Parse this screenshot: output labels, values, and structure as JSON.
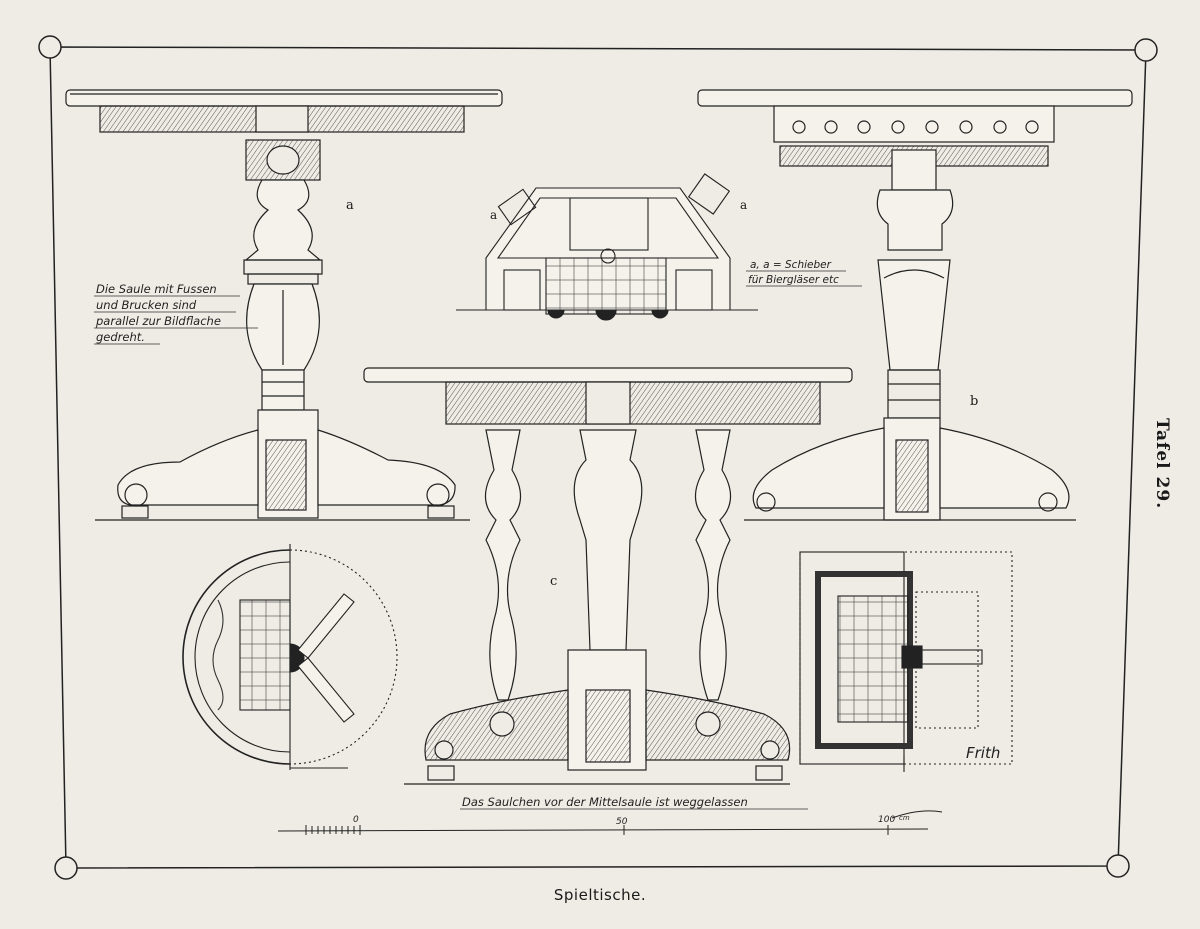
{
  "plate": {
    "number": "Tafel 29.",
    "caption": "Spieltische."
  },
  "views": {
    "a": "a",
    "b": "b",
    "c": "c",
    "plan_a_left": "a",
    "plan_a_right": "a"
  },
  "notes": {
    "left_line1": "Die Saule mit Fussen",
    "left_line2": "und Brucken sind",
    "left_line3": "parallel zur Bildflache",
    "left_line4": "gedreht.",
    "plan_line1": "a, a = Schieber",
    "plan_line2": "für Biergläser etc",
    "bottom": "Das Saulchen vor der Mittelsaule ist weggelassen"
  },
  "scale": {
    "labels": [
      "0",
      "50",
      "100"
    ],
    "unit": "cm"
  },
  "signature": "Frith"
}
